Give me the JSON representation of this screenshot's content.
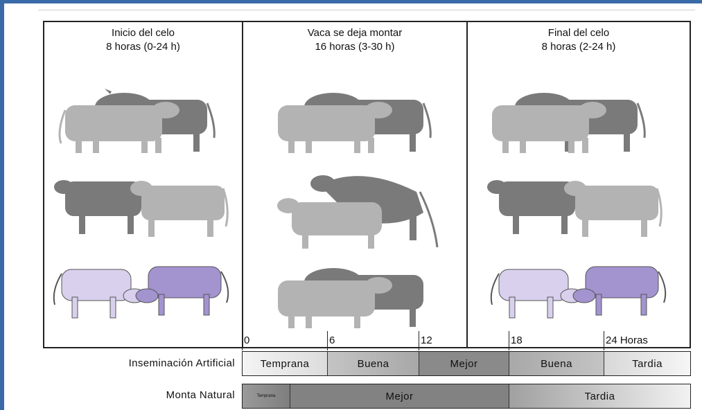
{
  "panels": [
    {
      "title_line1": "Inicio del celo",
      "title_line2": "8 horas (0-24 h)"
    },
    {
      "title_line1": "Vaca se deja montar",
      "title_line2": "16 horas (3-30 h)"
    },
    {
      "title_line1": "Final del celo",
      "title_line2": "8 horas (2-24 h)"
    }
  ],
  "axis": {
    "t0": "0",
    "t6": "6",
    "t12": "12",
    "t18": "18",
    "t24": "24 Horas"
  },
  "rows": {
    "ia": {
      "label": "Inseminación Artificial",
      "segments": [
        "Temprana",
        "Buena",
        "Mejor",
        "Buena",
        "Tardia"
      ]
    },
    "monta": {
      "label": "Monta Natural",
      "segments": [
        "Temprana",
        "Mejor",
        "Tardia"
      ]
    }
  },
  "colors": {
    "cow_light": "#b3b3b3",
    "cow_dark": "#7a7a7a",
    "cow_lilac_light": "#d8d0ec",
    "cow_lilac_dark": "#a393cf",
    "frame": "#3a6aa8"
  }
}
